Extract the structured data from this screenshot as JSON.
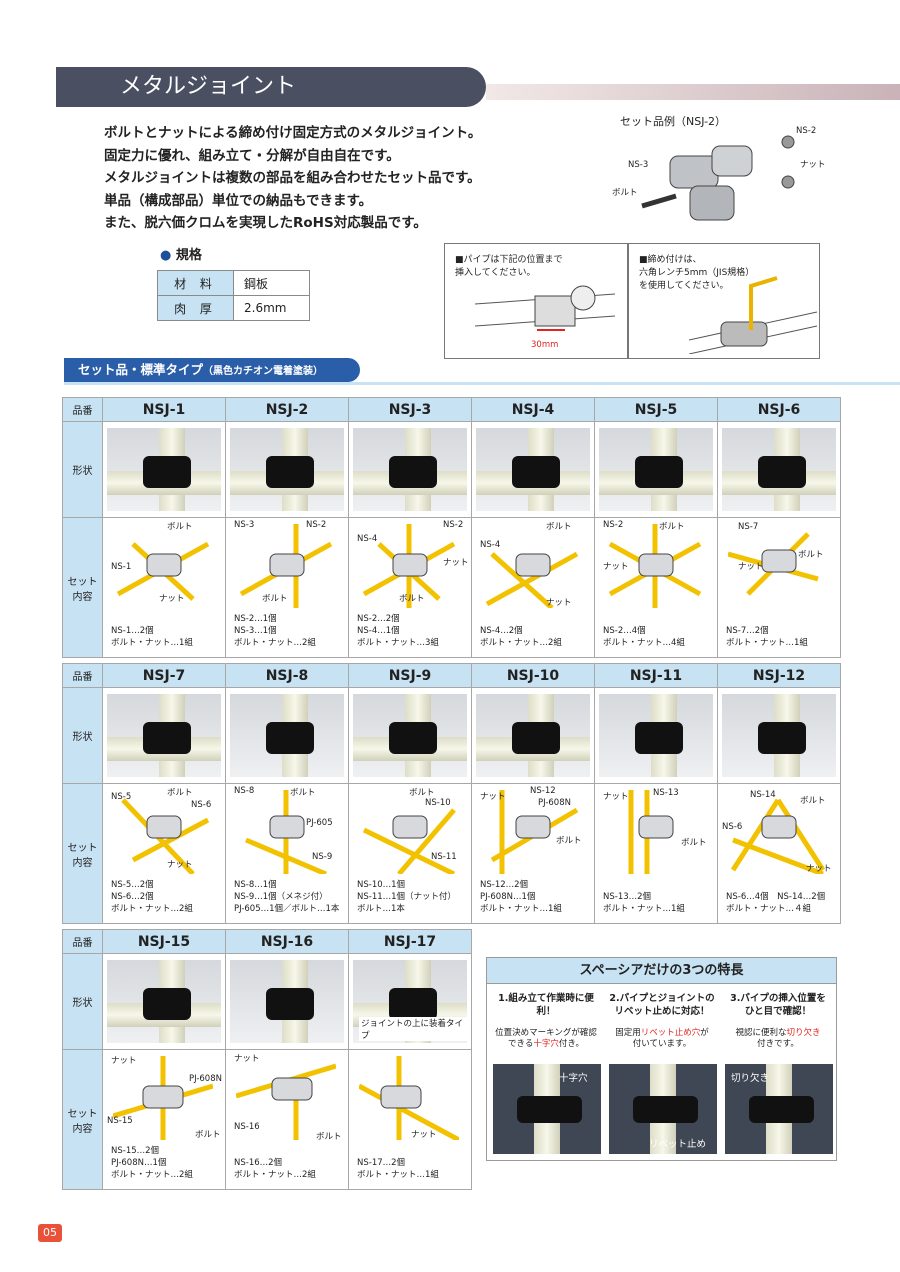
{
  "title": "メタルジョイント",
  "intro": [
    "ボルトとナットによる締め付け固定方式のメタルジョイント。",
    "固定力に優れ、組み立て・分解が自由自在です。",
    "メタルジョイントは複数の部品を組み合わせたセット品です。",
    "単品（構成部品）単位での納品もできます。",
    "また、脱六価クロムを実現したRoHS対応製品です。"
  ],
  "spec": {
    "heading": "規格",
    "rows": [
      {
        "k": "材 料",
        "v": "鋼板"
      },
      {
        "k": "肉 厚",
        "v": "2.6mm"
      }
    ]
  },
  "example": {
    "heading": "セット品例（NSJ-2）",
    "labels": [
      "NS-2",
      "ナット",
      "NS-3",
      "ボルト"
    ]
  },
  "notes": [
    {
      "text": [
        "■パイプは下記の位置まで",
        "挿入してください。"
      ],
      "dim": "30mm"
    },
    {
      "text": [
        "■締め付けは、",
        "六角レンチ5mm（JIS規格）",
        "を使用してください。"
      ]
    }
  ],
  "banner": {
    "main": "セット品・標準タイプ",
    "sub": "（黒色カチオン電着塗装）"
  },
  "row_labels": {
    "code": "品番",
    "shape": "形状",
    "set": [
      "セット",
      "内容"
    ]
  },
  "tables": [
    [
      {
        "code": "NSJ-1",
        "content": [
          "NS-1…2個",
          "ボルト・ナット…1組"
        ],
        "parts": [
          "ボルト",
          "NS-1",
          "ナット"
        ]
      },
      {
        "code": "NSJ-2",
        "content": [
          "NS-2…1個",
          "NS-3…1個",
          "ボルト・ナット…2組"
        ],
        "parts": [
          "NS-3",
          "NS-2",
          "ボルト"
        ]
      },
      {
        "code": "NSJ-3",
        "content": [
          "NS-2…2個",
          "NS-4…1個",
          "ボルト・ナット…3組"
        ],
        "parts": [
          "NS-4",
          "NS-2",
          "ナット",
          "ボルト"
        ]
      },
      {
        "code": "NSJ-4",
        "content": [
          "NS-4…2個",
          "ボルト・ナット…2組"
        ],
        "parts": [
          "ボルト",
          "NS-4",
          "ナット"
        ]
      },
      {
        "code": "NSJ-5",
        "content": [
          "NS-2…4個",
          "ボルト・ナット…4組"
        ],
        "parts": [
          "NS-2",
          "ボルト",
          "ナット"
        ]
      },
      {
        "code": "NSJ-6",
        "content": [
          "NS-7…2個",
          "ボルト・ナット…1組"
        ],
        "parts": [
          "NS-7",
          "ボルト",
          "ナット"
        ]
      }
    ],
    [
      {
        "code": "NSJ-7",
        "content": [
          "NS-5…2個",
          "NS-6…2個",
          "ボルト・ナット…2組"
        ],
        "parts": [
          "NS-5",
          "ボルト",
          "NS-6",
          "ナット"
        ]
      },
      {
        "code": "NSJ-8",
        "content": [
          "NS-8…1個",
          "NS-9…1個（メネジ付）",
          "PJ-605…1個／ボルト…1本"
        ],
        "parts": [
          "NS-8",
          "ボルト",
          "PJ-605",
          "NS-9"
        ]
      },
      {
        "code": "NSJ-9",
        "content": [
          "NS-10…1個",
          "NS-11…1個（ナット付）",
          "ボルト…1本"
        ],
        "parts": [
          "ボルト",
          "NS-10",
          "NS-11"
        ]
      },
      {
        "code": "NSJ-10",
        "content": [
          "NS-12…2個",
          "PJ-608N…1個",
          "ボルト・ナット…1組"
        ],
        "parts": [
          "ナット",
          "NS-12",
          "PJ-608N",
          "ボルト"
        ]
      },
      {
        "code": "NSJ-11",
        "content": [
          "NS-13…2個",
          "ボルト・ナット…1組"
        ],
        "parts": [
          "ナット",
          "NS-13",
          "ボルト"
        ]
      },
      {
        "code": "NSJ-12",
        "content": [
          "NS-6…4個　NS-14…2個",
          "ボルト・ナット…４組"
        ],
        "parts": [
          "NS-14",
          "ボルト",
          "NS-6",
          "ナット"
        ]
      }
    ],
    [
      {
        "code": "NSJ-15",
        "content": [
          "NS-15…2個",
          "PJ-608N…1個",
          "ボルト・ナット…2組"
        ],
        "parts": [
          "ナット",
          "PJ-608N",
          "NS-15",
          "ボルト"
        ]
      },
      {
        "code": "NSJ-16",
        "content": [
          "NS-16…2個",
          "ボルト・ナット…2組"
        ],
        "parts": [
          "ナット",
          "NS-16",
          "ボルト"
        ]
      },
      {
        "code": "NSJ-17",
        "content": [
          "NS-17…2個",
          "ボルト・ナット…1組"
        ],
        "parts": [
          "ナット"
        ],
        "caption": "ジョイントの上に装着タイプ"
      }
    ]
  ],
  "features": {
    "heading": "スペーシアだけの3つの特長",
    "items": [
      {
        "title": [
          "1.組み立て作業時に便利！"
        ],
        "desc": [
          "位置決めマーキングが確認",
          "できる",
          "十字穴",
          "付き。"
        ],
        "tag": "十字穴"
      },
      {
        "title": [
          "2.パイプとジョイントの",
          "リベット止めに対応！"
        ],
        "desc": [
          "固定用",
          "リベット止め穴",
          "が",
          "付いています。"
        ],
        "tag": "リベット止め"
      },
      {
        "title": [
          "3.パイプの挿入位置を",
          "ひと目で確認！"
        ],
        "desc": [
          "視認に便利な",
          "切り欠き",
          "付きです。"
        ],
        "tag": "切り欠き"
      }
    ]
  },
  "page_number": "05"
}
